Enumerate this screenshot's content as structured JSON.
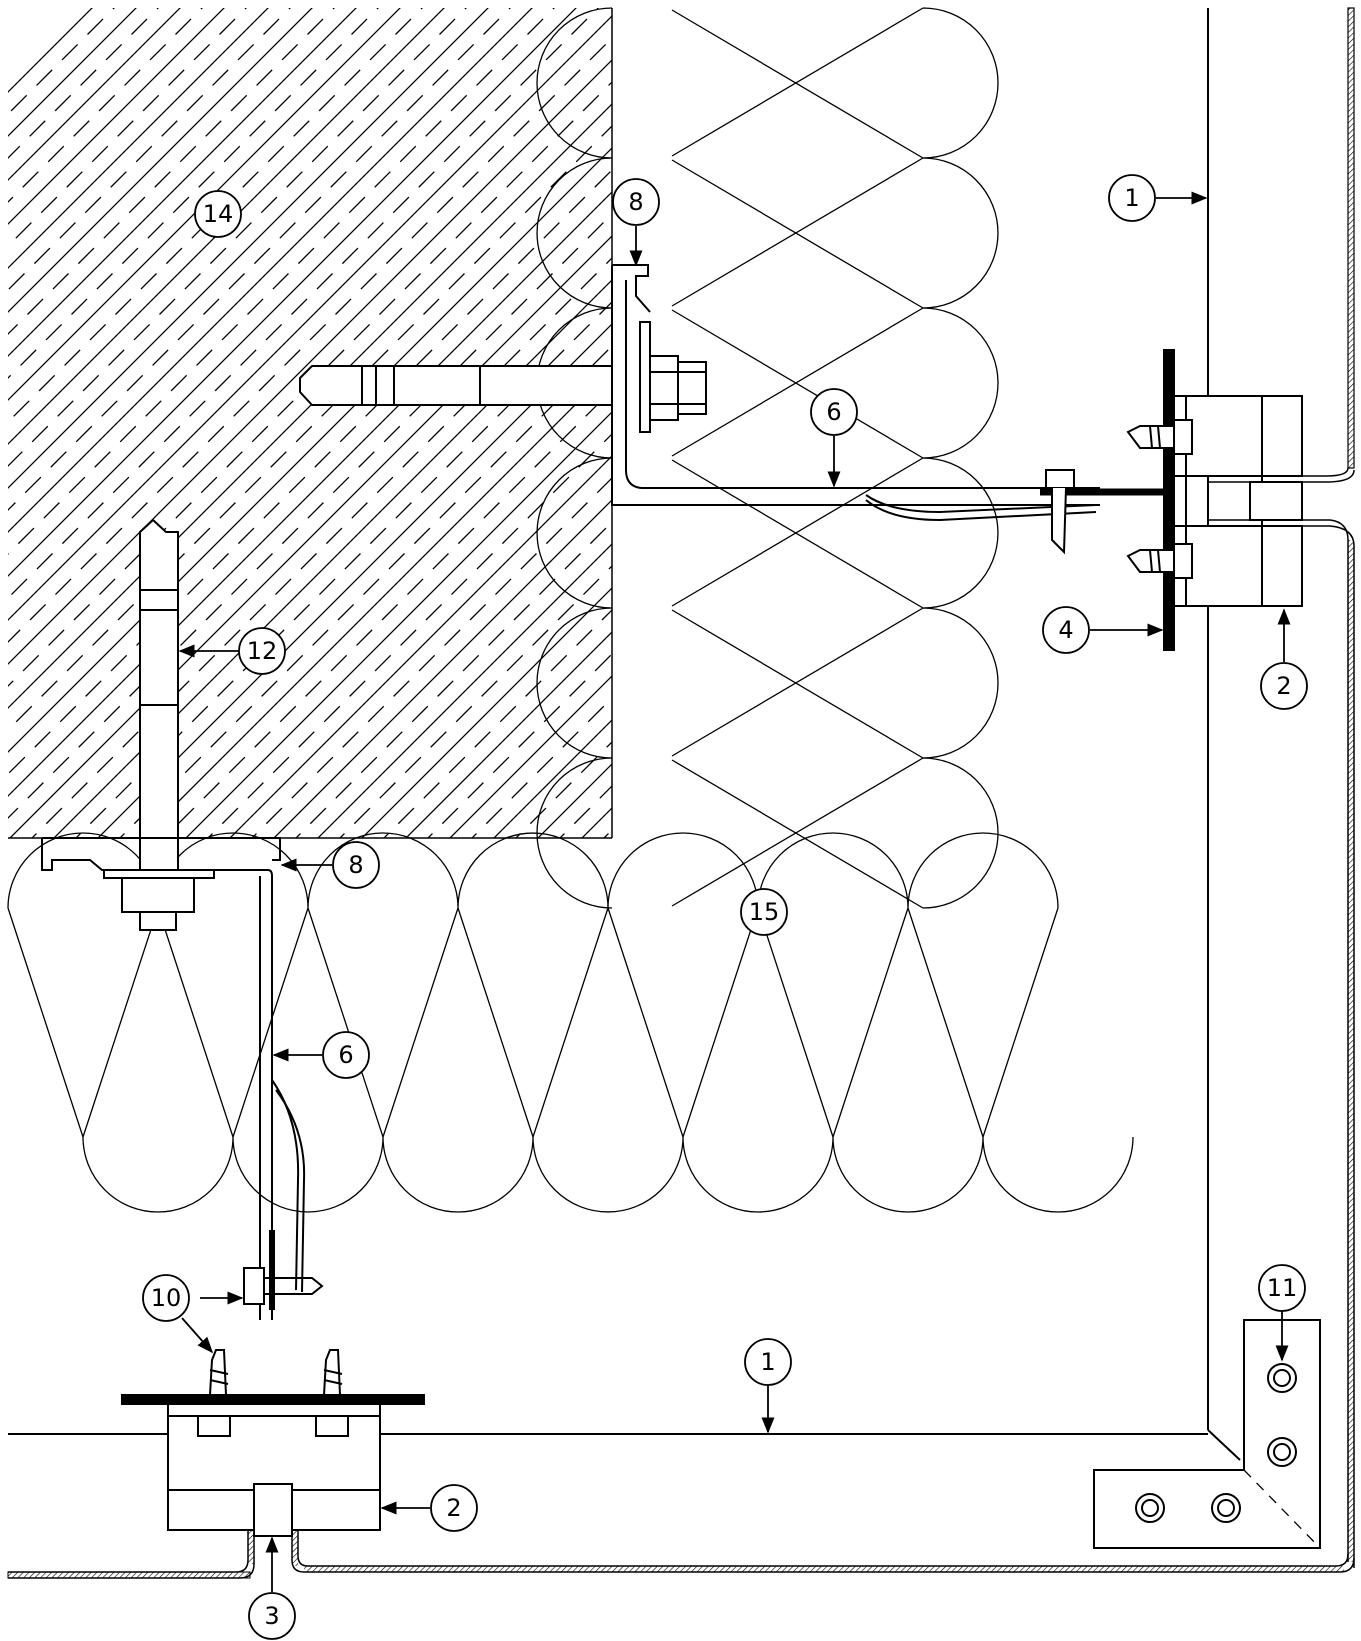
{
  "diagram": {
    "callouts": {
      "c1_top": "1",
      "c1_bottom": "1",
      "c2_right": "2",
      "c2_bottom": "2",
      "c3": "3",
      "c4": "4",
      "c6_top": "6",
      "c6_left": "6",
      "c8_top": "8",
      "c8_left": "8",
      "c10": "10",
      "c11": "11",
      "c12": "12",
      "c14": "14",
      "c15": "15"
    }
  }
}
